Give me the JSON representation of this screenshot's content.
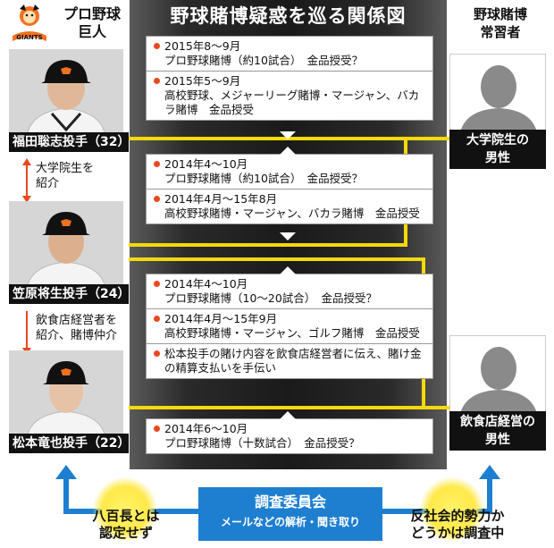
{
  "title": "野球賭博疑惑を巡る関係図",
  "left_header": {
    "line1": "プロ野球",
    "line2": "巨人"
  },
  "logo": {
    "text": "GIANTS",
    "color": "#f37021"
  },
  "right_header": {
    "line1": "野球賭博",
    "line2": "常習者"
  },
  "players": [
    {
      "name": "福田聡志投手（32）"
    },
    {
      "name": "笠原将生投手（24）"
    },
    {
      "name": "松本竜也投手（22）"
    }
  ],
  "others": [
    {
      "line1": "大学院生の",
      "line2": "男性"
    },
    {
      "line1": "飲食店経営の",
      "line2": "男性"
    }
  ],
  "relations": [
    {
      "line1": "大学院生を",
      "line2": "紹介"
    },
    {
      "line1": "飲食店経営者を",
      "line2": "紹介、賭博仲介"
    }
  ],
  "cards": [
    {
      "items": [
        {
          "date": "2015年8～9月",
          "text": "プロ野球賭博（約10試合）　金品授受？"
        },
        {
          "date": "2015年5～9月",
          "text": "高校野球、メジャーリーグ賭博・マージャン、バカラ賭博　金品授受"
        }
      ]
    },
    {
      "items": [
        {
          "date": "2014年4～10月",
          "text": "プロ野球賭博（約10試合）　金品授受？"
        },
        {
          "date": "2014年4月～15年8月",
          "text": "高校野球賭博・マージャン、バカラ賭博　金品授受"
        }
      ]
    },
    {
      "items": [
        {
          "date": "2014年4～10月",
          "text": "プロ野球賭博（10～20試合）　金品授受？"
        },
        {
          "date": "2014年4月～15年9月",
          "text": "高校野球賭博・マージャン、ゴルフ賭博　金品授受"
        },
        {
          "date": "",
          "text": "松本投手の賭け内容を飲食店経営者に伝え、賭け金の精算支払いを手伝い"
        }
      ]
    },
    {
      "items": [
        {
          "date": "2014年6～10月",
          "text": "プロ野球賭博（十数試合）　金品授受？"
        }
      ]
    }
  ],
  "committee": {
    "title": "調査委員会",
    "subtitle": "メールなどの解析・聞き取り"
  },
  "bottom_left": {
    "line1": "八百長とは",
    "line2": "認定せず"
  },
  "bottom_right": {
    "line1": "反社会的勢力か",
    "line2": "どうかは調査中"
  },
  "colors": {
    "accent_line": "#f5d90a",
    "bullet": "#e8491e",
    "committee": "#1e7fd0",
    "arrow": "#1e7fd0",
    "relation_arrow": "#e8491e"
  }
}
